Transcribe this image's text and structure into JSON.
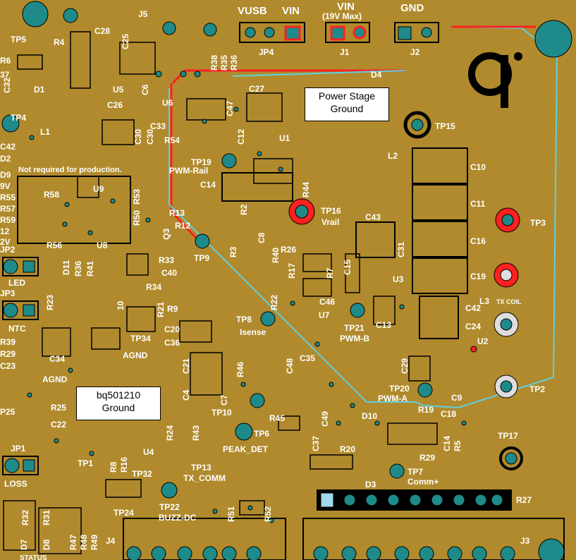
{
  "colors": {
    "board": "#b08a2c",
    "silk": "#ffffff",
    "pad": "#1e8a8a",
    "trace_red": "#ff2020",
    "trace_blue": "#5fd0e0"
  },
  "notes": {
    "power_stage_ground": "Power Stage\nGround",
    "bq_ground": "bq501210\nGround",
    "not_required": "Not required for production."
  },
  "labels": {
    "vusb": "VUSB",
    "vin": "VIN",
    "vin2": "VIN",
    "vin_max": "(19V Max)",
    "gnd": "GND",
    "jp4": "JP4",
    "j1": "J1",
    "j2": "J2",
    "j5": "J5",
    "d4": "D4",
    "tp5": "TP5",
    "r4": "R4",
    "c28": "C28",
    "r6": "R6",
    "r37": "37",
    "c32": "C32",
    "d1": "D1",
    "c25": "C25",
    "u5": "U5",
    "c6": "C6",
    "r38": "R38",
    "r35": "R35",
    "r36": "R36",
    "c26": "C26",
    "u6": "U6",
    "c27": "C27",
    "c47": "C47",
    "c33": "C33",
    "r54": "R54",
    "c30": "C30",
    "c12": "C12",
    "u1": "U1",
    "tp15": "TP15",
    "l2": "L2",
    "c10": "C10",
    "c11": "C11",
    "c16": "C16",
    "c19": "C19",
    "tp3": "TP3",
    "l3": "L3",
    "tx_coil": "TX COIL",
    "c42b": "C42",
    "c24": "C24",
    "u2": "U2",
    "tp2": "TP2",
    "tp4": "TP4",
    "l1": "L1",
    "c42": "C42",
    "d2": "D2",
    "d9": "D9",
    "v9": "9V",
    "r55": "R55",
    "r57": "R57",
    "r59": "R59",
    "r12v": "12",
    "v2": "2V",
    "r58": "R58",
    "u9": "U9",
    "r53": "R53",
    "r50": "R50",
    "u8": "U8",
    "r56": "R56",
    "jp2": "JP2",
    "led": "LED",
    "jp3": "JP3",
    "ntc": "NTC",
    "tp19": "TP19",
    "pwm_rail": "PWM-Rail",
    "c14": "C14",
    "r13": "R13",
    "r12": "R12",
    "q3": "Q3",
    "tp9": "TP9",
    "r2": "R2",
    "r3": "R3",
    "r44": "R44",
    "tp16": "TP16",
    "vrail": "Vrail",
    "c8": "C8",
    "r40": "R40",
    "r26": "R26",
    "c43": "C43",
    "c31": "C31",
    "c15": "C15",
    "u3": "U3",
    "r17": "R17",
    "r7": "R7",
    "c46": "C46",
    "u7": "U7",
    "r22": "R22",
    "tp8": "TP8",
    "isense": "Isense",
    "tp21": "TP21",
    "pwm_b": "PWM-B",
    "c13": "C13",
    "d11": "D11",
    "r36b": "R36",
    "r41": "R41",
    "r33": "R33",
    "c40": "C40",
    "r34": "R34",
    "r23": "R23",
    "r10": "10",
    "r21": "R21",
    "r9": "R9",
    "c20": "C20",
    "c36": "C36",
    "tp34": "TP34",
    "agnd": "AGND",
    "agnd2": "AGND",
    "r39": "R39",
    "r29b": "R29",
    "c23": "C23",
    "c34": "C34",
    "c21": "C21",
    "c4": "C4",
    "r46": "R46",
    "c48": "C48",
    "c35": "C35",
    "c29": "C29",
    "tp20": "TP20",
    "pwm_a": "PWM-A",
    "c9": "C9",
    "d10": "D10",
    "r19": "R19",
    "c18": "C18",
    "c49": "C49",
    "r45": "R45",
    "tp6": "TP6",
    "peak_det": "PEAK_DET",
    "tp10": "TP10",
    "r24": "R24",
    "r43": "R43",
    "c7": "C7",
    "tp25": "P25",
    "r25": "R25",
    "c22": "C22",
    "c37": "C37",
    "r20": "R20",
    "c14b": "C14",
    "r5": "R5",
    "r29": "R29",
    "tp17": "TP17",
    "tp7": "TP7",
    "comm_plus": "Comm+",
    "jp1": "JP1",
    "loss": "LOSS",
    "tp1": "TP1",
    "r8": "R8",
    "r16": "R16",
    "u4": "U4",
    "tp32": "TP32",
    "tp13": "TP13",
    "tx_comm": "TX_COMM",
    "tp22": "TP22",
    "buzz_dc": "BUZZ-DC",
    "tp24": "TP24",
    "r32": "R32",
    "r31": "R31",
    "r47": "R47",
    "r48": "R48",
    "r49": "R49",
    "d7": "D7",
    "d8": "D8",
    "j4": "J4",
    "r51": "R51",
    "r52": "R52",
    "d3": "D3",
    "r27": "R27",
    "j3": "J3",
    "status": "STATUS"
  }
}
